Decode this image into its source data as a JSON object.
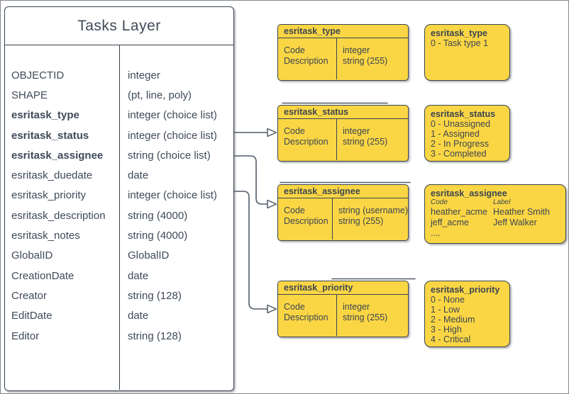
{
  "tasks_layer": {
    "title": "Tasks Layer",
    "fields": [
      {
        "name": "OBJECTID",
        "type": "integer",
        "bold": false
      },
      {
        "name": "SHAPE",
        "type": "(pt, line, poly)",
        "bold": false
      },
      {
        "name": "esritask_type",
        "type": "integer (choice list)",
        "bold": true
      },
      {
        "name": "esritask_status",
        "type": "integer (choice list)",
        "bold": true
      },
      {
        "name": "esritask_assignee",
        "type": "string (choice list)",
        "bold": true
      },
      {
        "name": "esritask_duedate",
        "type": "date",
        "bold": false
      },
      {
        "name": "esritask_priority",
        "type": "integer (choice list)",
        "bold": false
      },
      {
        "name": "esritask_description",
        "type": "string (4000)",
        "bold": false
      },
      {
        "name": "esritask_notes",
        "type": "string (4000)",
        "bold": false
      },
      {
        "name": "GlobalID",
        "type": "GlobalID",
        "bold": false
      },
      {
        "name": "CreationDate",
        "type": "date",
        "bold": false
      },
      {
        "name": "Creator",
        "type": "string (128)",
        "bold": false
      },
      {
        "name": "EditDate",
        "type": "date",
        "bold": false
      },
      {
        "name": "Editor",
        "type": "string (128)",
        "bold": false
      }
    ]
  },
  "domain_tables": [
    {
      "title": "esritask_type",
      "rows": [
        {
          "field": "Code",
          "type": "integer"
        },
        {
          "field": "Description",
          "type": "string (255)"
        }
      ]
    },
    {
      "title": "esritask_status",
      "rows": [
        {
          "field": "Code",
          "type": "integer"
        },
        {
          "field": "Description",
          "type": "string (255)"
        }
      ]
    },
    {
      "title": "esritask_assignee",
      "rows": [
        {
          "field": "Code",
          "type": "string (username)"
        },
        {
          "field": "Description",
          "type": "string (255)"
        }
      ]
    },
    {
      "title": "esritask_priority",
      "rows": [
        {
          "field": "Code",
          "type": "integer"
        },
        {
          "field": "Description",
          "type": "string (255)"
        }
      ]
    }
  ],
  "value_lists": [
    {
      "title": "esritask_type",
      "values": [
        "0 - Task type 1"
      ]
    },
    {
      "title": "esritask_status",
      "values": [
        "0 - Unassigned",
        "1 - Assigned",
        "2 - In Progress",
        "3 - Completed"
      ]
    },
    {
      "title": "esritask_assignee",
      "columns": [
        "Code",
        "Label"
      ],
      "entries": [
        {
          "code": "heather_acme",
          "label": "Heather Smith"
        },
        {
          "code": "jeff_acme",
          "label": "Jeff Walker"
        }
      ],
      "ellipsis": "...."
    },
    {
      "title": "esritask_priority",
      "values": [
        "0 - None",
        "1 - Low",
        "2 - Medium",
        "3 - High",
        "4 - Critical"
      ]
    }
  ],
  "connections": [
    {
      "from": "esritask_status field",
      "to": "esritask_status domain table"
    },
    {
      "from": "esritask_assignee field",
      "to": "esritask_assignee domain table"
    },
    {
      "from": "esritask_priority field",
      "to": "esritask_priority domain table"
    }
  ],
  "colors": {
    "box_fill": "#fbd644",
    "box_border": "#39434f",
    "text": "#3b4552",
    "left_fill": "#ffffff",
    "connector": "#525c69"
  }
}
